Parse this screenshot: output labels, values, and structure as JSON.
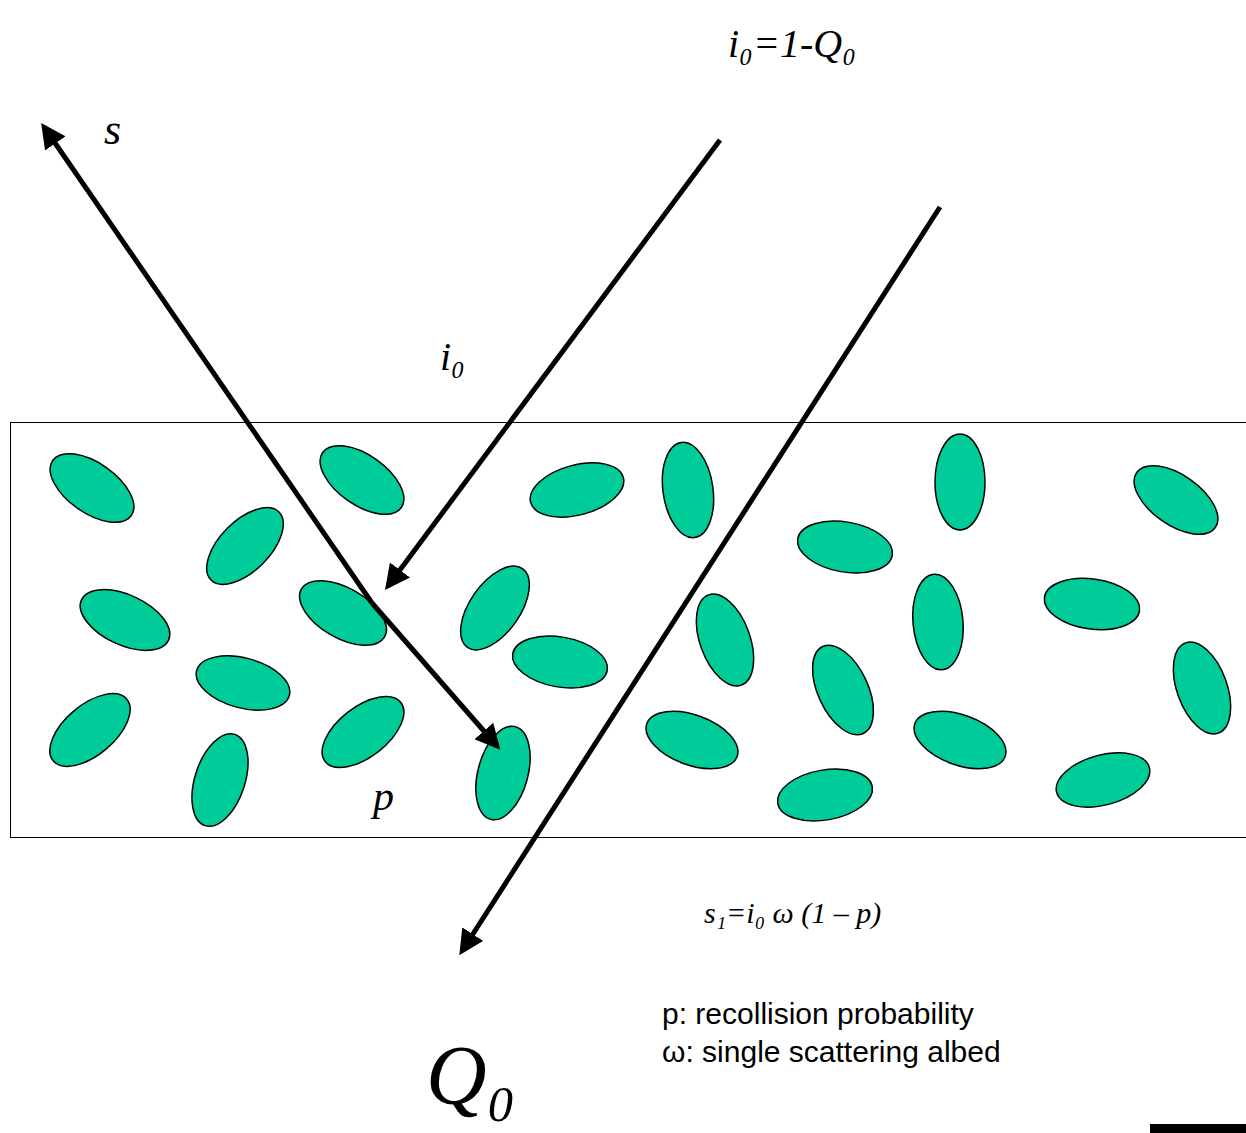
{
  "diagram": {
    "nodes": [
      {
        "text": [
          "p"
        ]
      }
    ],
    "labels": [
      "s",
      "i₀=1-Q₀",
      "i₀",
      "s₁=i₀ ω (1 – p)",
      "Q₀",
      "p: recollision probability",
      "ω: single scattering albed"
    ]
  }
}
